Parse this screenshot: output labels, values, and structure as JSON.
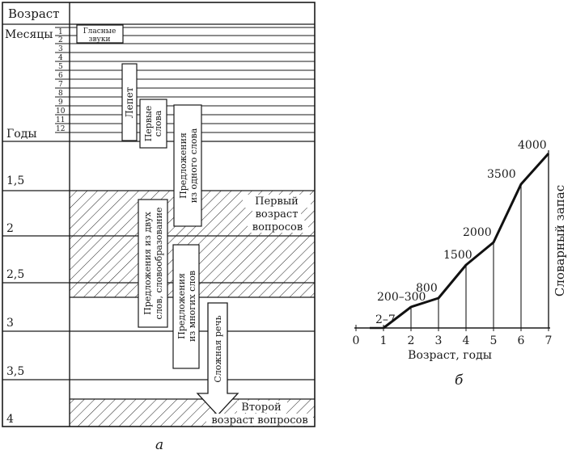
{
  "diagram_a": {
    "header_label": "Возраст",
    "months_label": "Месяцы",
    "years_label": "Годы",
    "month_numbers": [
      "1",
      "2",
      "3",
      "4",
      "5",
      "6",
      "7",
      "8",
      "9",
      "10",
      "11",
      "12"
    ],
    "year_labels": [
      "1,5",
      "2",
      "2,5",
      "3",
      "3,5",
      "4"
    ],
    "stages": {
      "vowels": [
        "Гласные",
        "звуки"
      ],
      "babble": "Лепет",
      "first_words": [
        "Первые",
        "слова"
      ],
      "one_word_sentences": [
        "Предложения",
        "из одного слова"
      ],
      "two_word_sentences": [
        "Предложения из двух",
        "слов, словообразование"
      ],
      "multi_word_sentences": [
        "Предложения",
        "из многих слов"
      ],
      "complex_speech": "Сложная речь"
    },
    "first_question_age": [
      "Первый",
      "возраст",
      "вопросов"
    ],
    "second_question_age": [
      "Второй",
      "возраст вопросов"
    ],
    "caption": "а"
  },
  "diagram_b": {
    "caption": "б",
    "chart_data": {
      "type": "line",
      "xlabel": "Возраст, годы",
      "ylabel": "Словарный запас",
      "x_ticks": [
        "0",
        "1",
        "2",
        "3",
        "4",
        "5",
        "6",
        "7"
      ],
      "xlim": [
        0,
        7
      ],
      "points": [
        {
          "x": 1,
          "y": 5,
          "label": "2–7"
        },
        {
          "x": 2,
          "y": 250,
          "label": "200–300"
        },
        {
          "x": 3,
          "y": 800,
          "label": "800"
        },
        {
          "x": 4,
          "y": 1500,
          "label": "1500"
        },
        {
          "x": 5,
          "y": 2000,
          "label": "2000"
        },
        {
          "x": 6,
          "y": 3500,
          "label": "3500"
        },
        {
          "x": 7,
          "y": 4000,
          "label": "4000"
        }
      ]
    }
  }
}
